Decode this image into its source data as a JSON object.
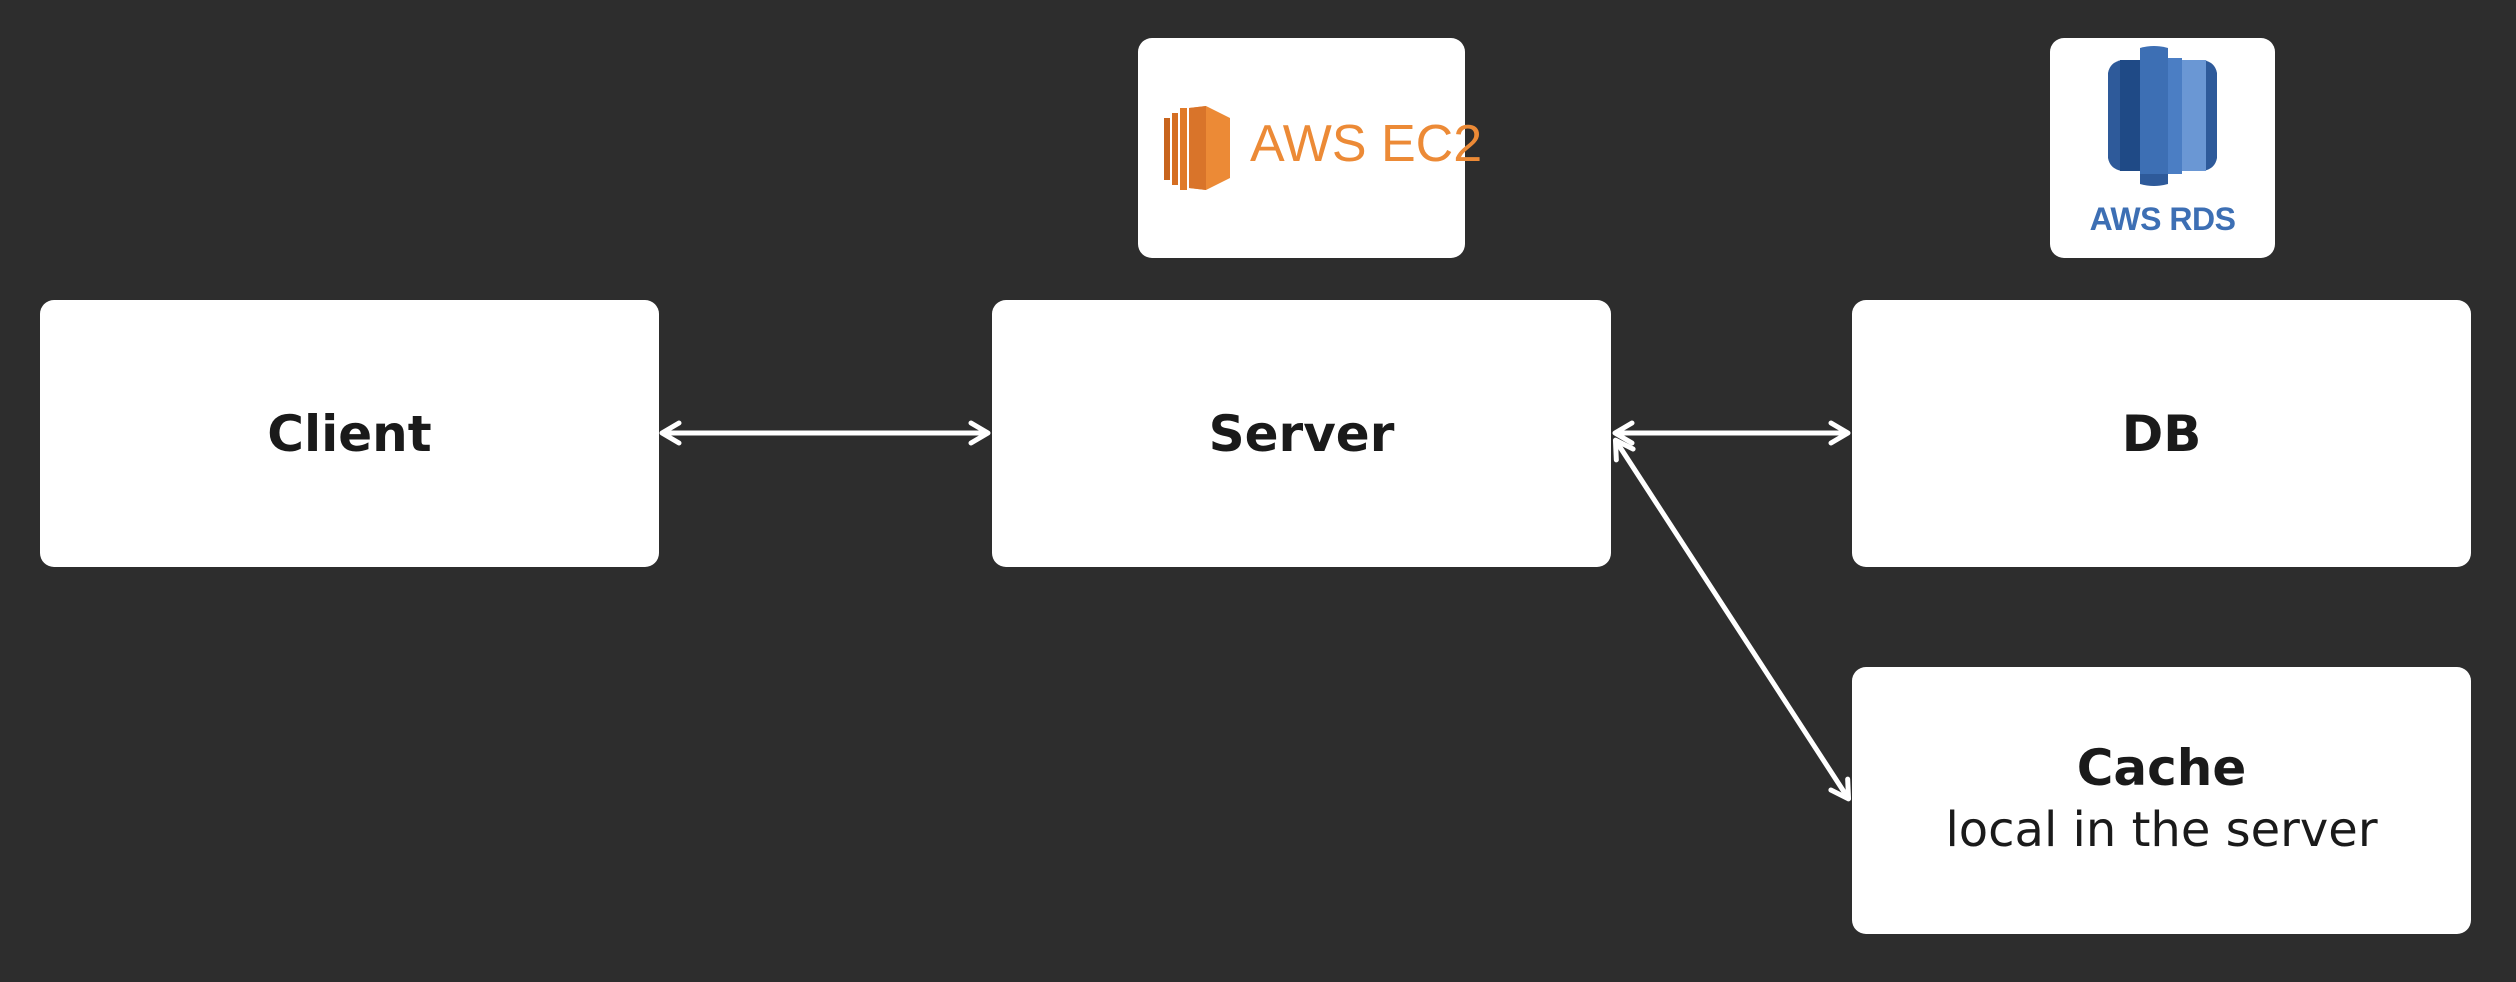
{
  "nodes": {
    "client": {
      "title": "Client"
    },
    "server": {
      "title": "Server"
    },
    "db": {
      "title": "DB"
    },
    "cache": {
      "title": "Cache",
      "subtitle": "local in the server"
    }
  },
  "logos": {
    "ec2": {
      "label": "AWS EC2",
      "icon": "aws-ec2-icon",
      "color": "#ec8a36"
    },
    "rds": {
      "label": "AWS RDS",
      "icon": "aws-rds-icon",
      "color": "#3d6fb4"
    }
  },
  "edges": [
    {
      "from": "client",
      "to": "server",
      "direction": "both"
    },
    {
      "from": "server",
      "to": "db",
      "direction": "both"
    },
    {
      "from": "server",
      "to": "cache",
      "direction": "both"
    }
  ],
  "colors": {
    "background": "#2d2d2d",
    "node_fill": "#ffffff",
    "text": "#1a1a1a",
    "arrow": "#ffffff"
  }
}
